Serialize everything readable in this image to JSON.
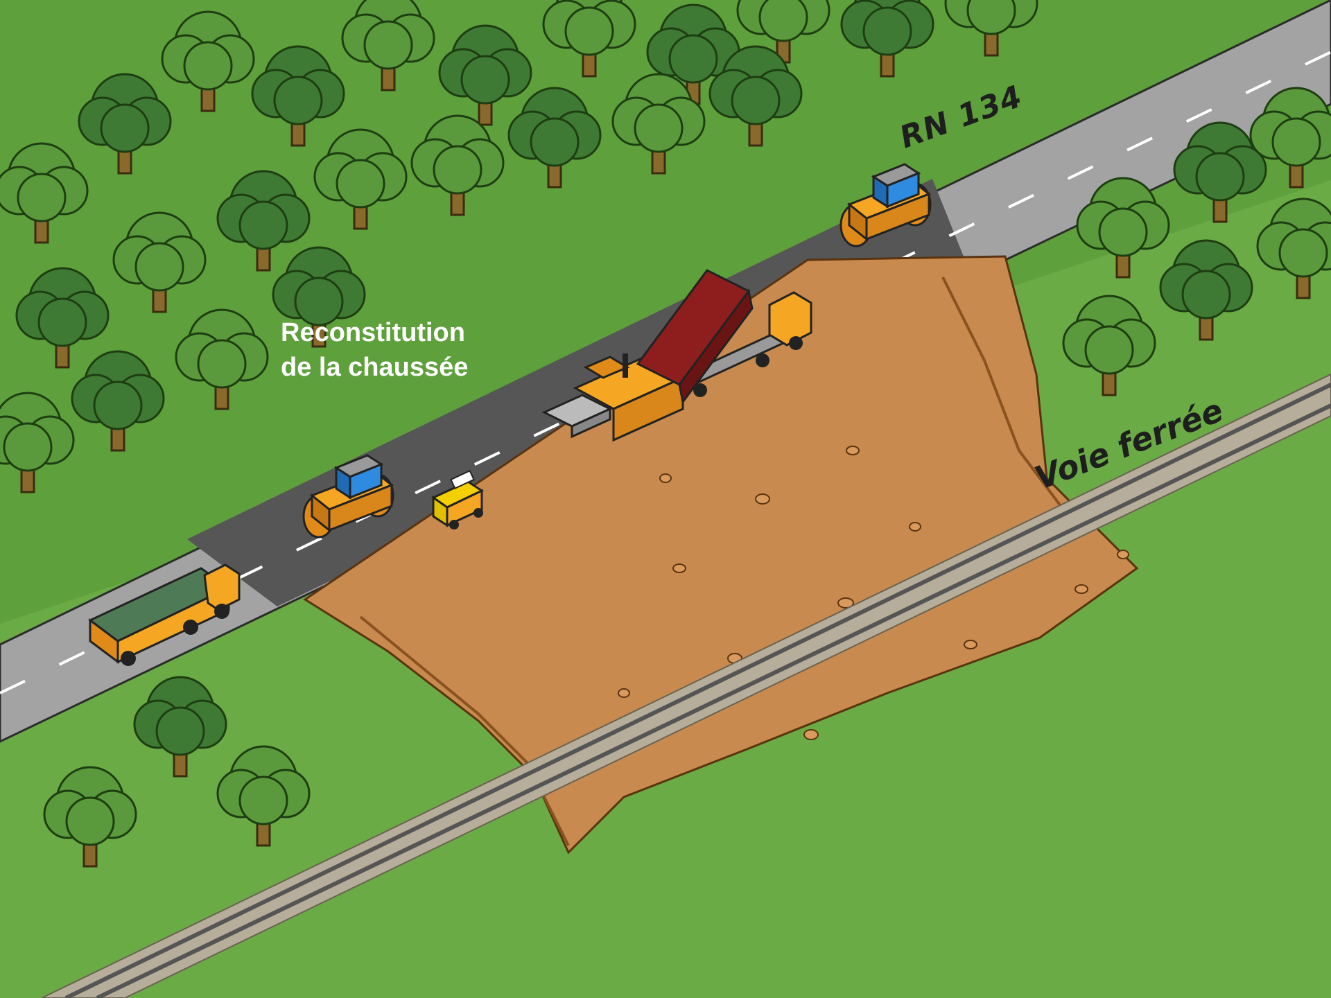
{
  "labels": {
    "road": "RN 134",
    "railway": "Voie ferrée",
    "works_line1": "Reconstitution",
    "works_line2": "de la chaussée"
  },
  "colors": {
    "field_green": "#6aab46",
    "slope_green": "#5ea03b",
    "road_gray": "#a3a3a3",
    "new_asphalt": "#565656",
    "earth": "#c88a4e",
    "machine_orange": "#f5a623",
    "truck_bed_red": "#8e1e1e",
    "tarp_green": "#4e7b55"
  },
  "icons": [
    "tree-icon",
    "road-roller-icon",
    "asphalt-paver-icon",
    "dump-truck-icon",
    "signal-vehicle-icon",
    "tarp-truck-icon"
  ]
}
